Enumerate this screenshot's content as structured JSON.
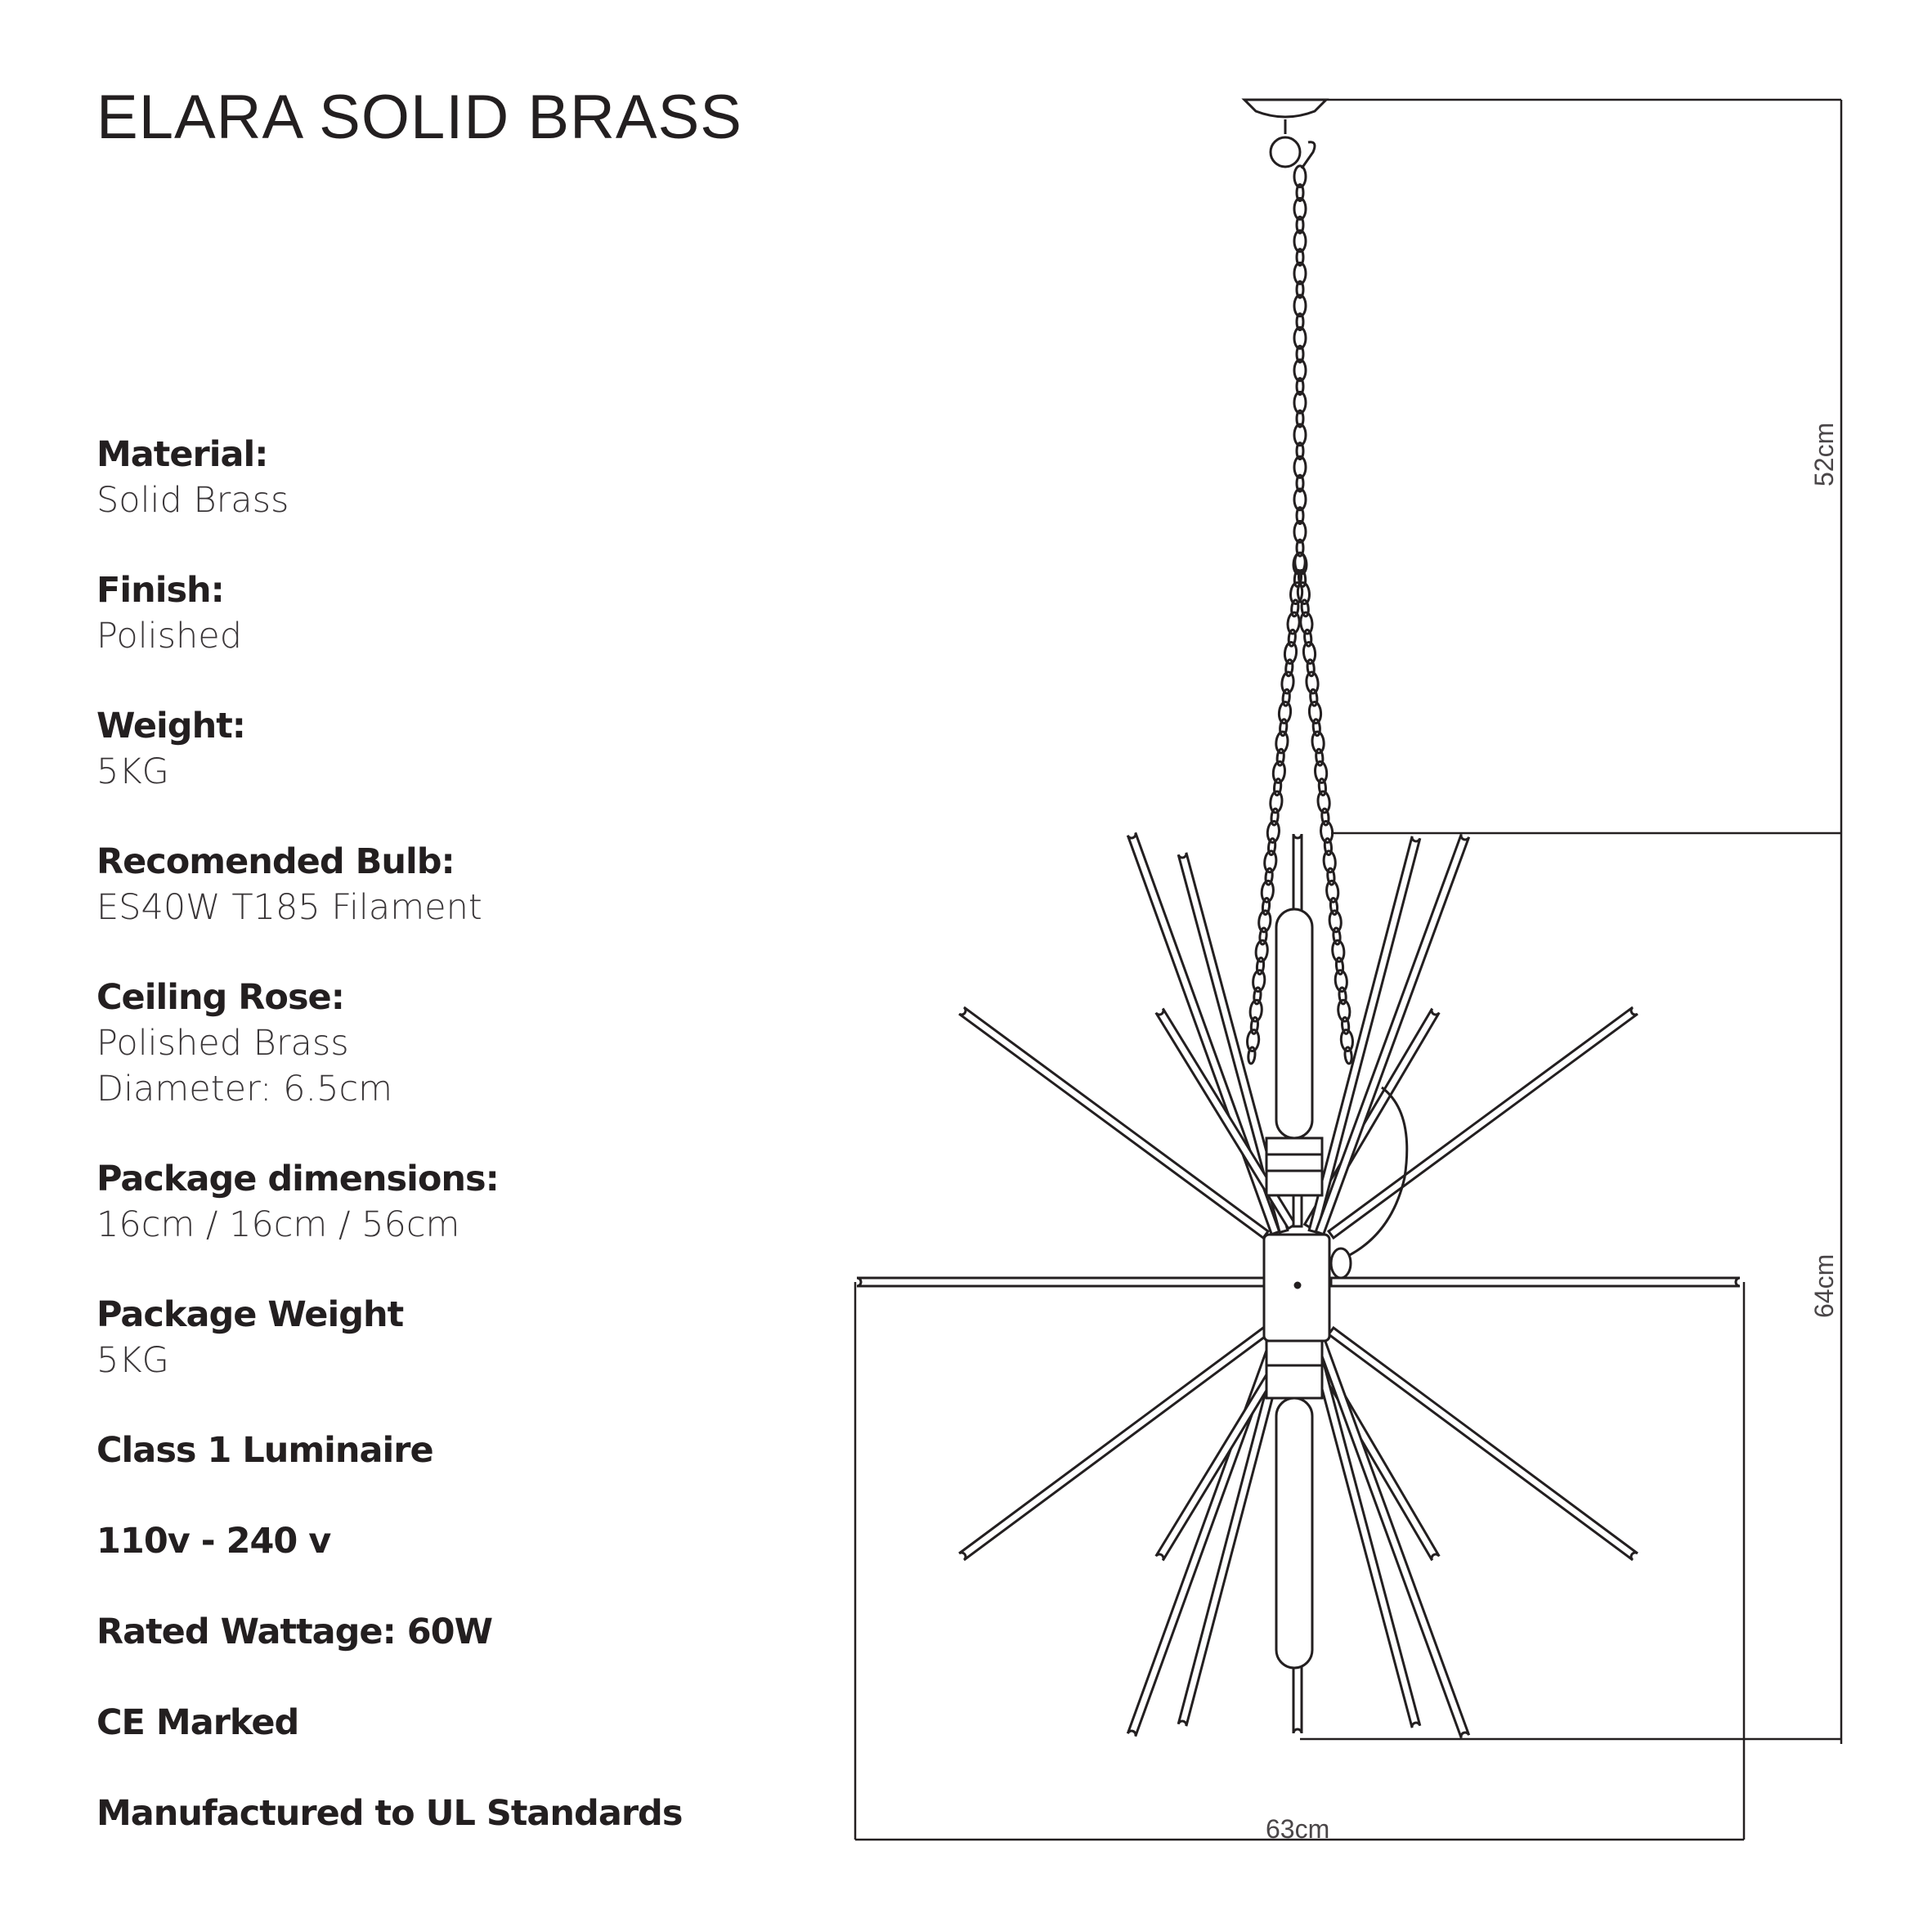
{
  "title": "ELARA SOLID BRASS",
  "specs": [
    {
      "label": "Material:",
      "values": [
        "Solid Brass"
      ]
    },
    {
      "label": "Finish:",
      "values": [
        "Polished"
      ]
    },
    {
      "label": "Weight:",
      "values": [
        "5KG"
      ]
    },
    {
      "label": "Recomended Bulb:",
      "values": [
        "ES40W T185 Filament"
      ]
    },
    {
      "label": "Ceiling Rose:",
      "values": [
        "Polished Brass",
        "Diameter: 6.5cm"
      ]
    },
    {
      "label": "Package dimensions:",
      "values": [
        "16cm / 16cm / 56cm"
      ]
    },
    {
      "label": "Package Weight",
      "values": [
        "5KG"
      ]
    }
  ],
  "notes": [
    "Class 1 Luminaire",
    "110v - 240 v",
    "Rated Wattage: 60W",
    "CE Marked",
    "Manufactured to UL Standards"
  ],
  "dimensions": {
    "drop": "52cm",
    "height": "64cm",
    "width": "63cm"
  }
}
